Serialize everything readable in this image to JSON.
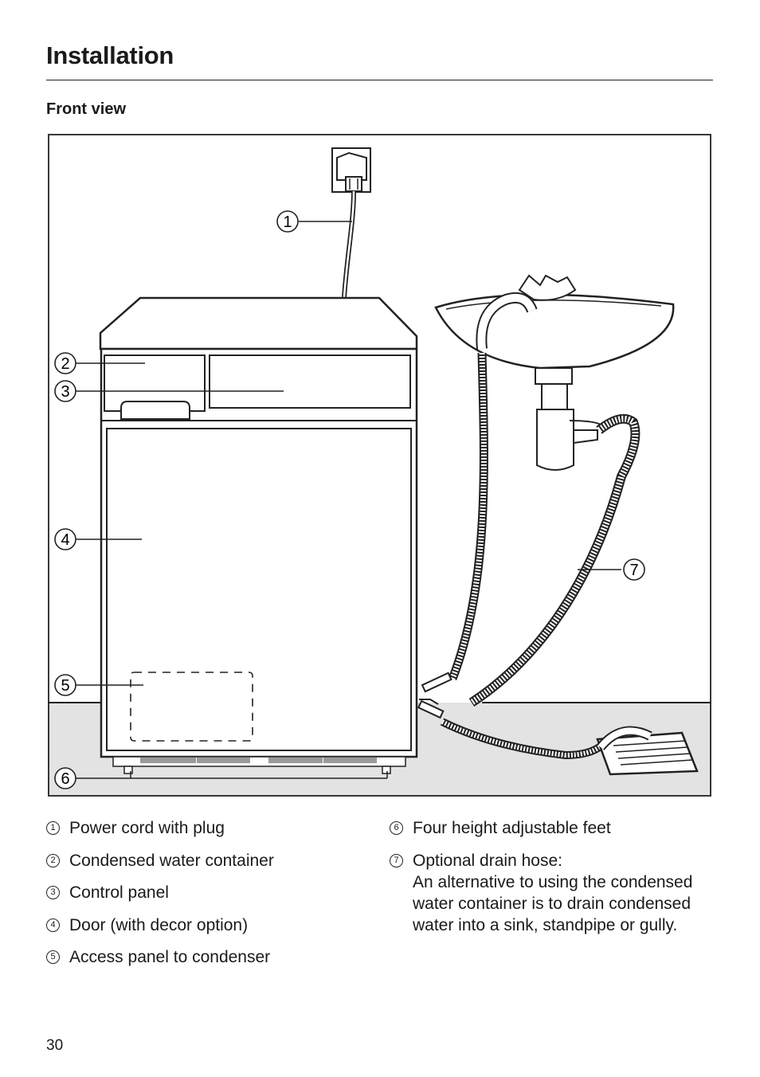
{
  "page": {
    "title": "Installation",
    "section_heading": "Front view",
    "page_number": "30"
  },
  "figure": {
    "callouts": [
      "1",
      "2",
      "3",
      "4",
      "5",
      "6",
      "7"
    ]
  },
  "legend": {
    "left": [
      {
        "num": "1",
        "text": "Power cord with plug"
      },
      {
        "num": "2",
        "text": "Condensed water container"
      },
      {
        "num": "3",
        "text": "Control panel"
      },
      {
        "num": "4",
        "text": "Door (with decor option)"
      },
      {
        "num": "5",
        "text": "Access panel to condenser"
      }
    ],
    "right": [
      {
        "num": "6",
        "text": "Four height adjustable feet"
      },
      {
        "num": "7",
        "text": "Optional drain hose:",
        "detail": "An alternative to using the condensed water container is to drain condensed water into a sink, standpipe or gully."
      }
    ]
  }
}
